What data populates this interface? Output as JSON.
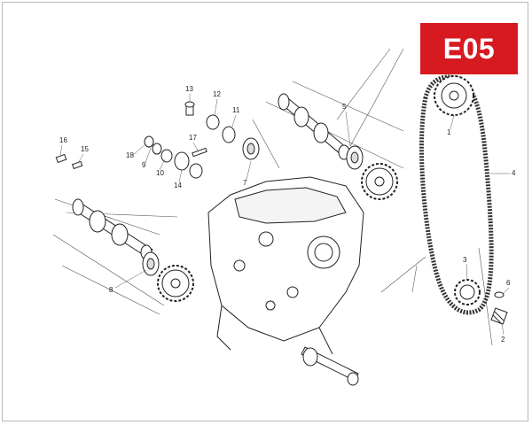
{
  "diagram_code": "E05",
  "badge_color": "#d71a20",
  "callouts": {
    "n1": "1",
    "n2": "2",
    "n3": "3",
    "n4": "4",
    "n5": "5",
    "n6": "6",
    "n7": "7",
    "n8": "8",
    "n9": "9",
    "n10": "10",
    "n11": "11",
    "n12": "12",
    "n13": "13",
    "n14": "14",
    "n15": "15",
    "n16": "16",
    "n17": "17",
    "n18": "18"
  }
}
